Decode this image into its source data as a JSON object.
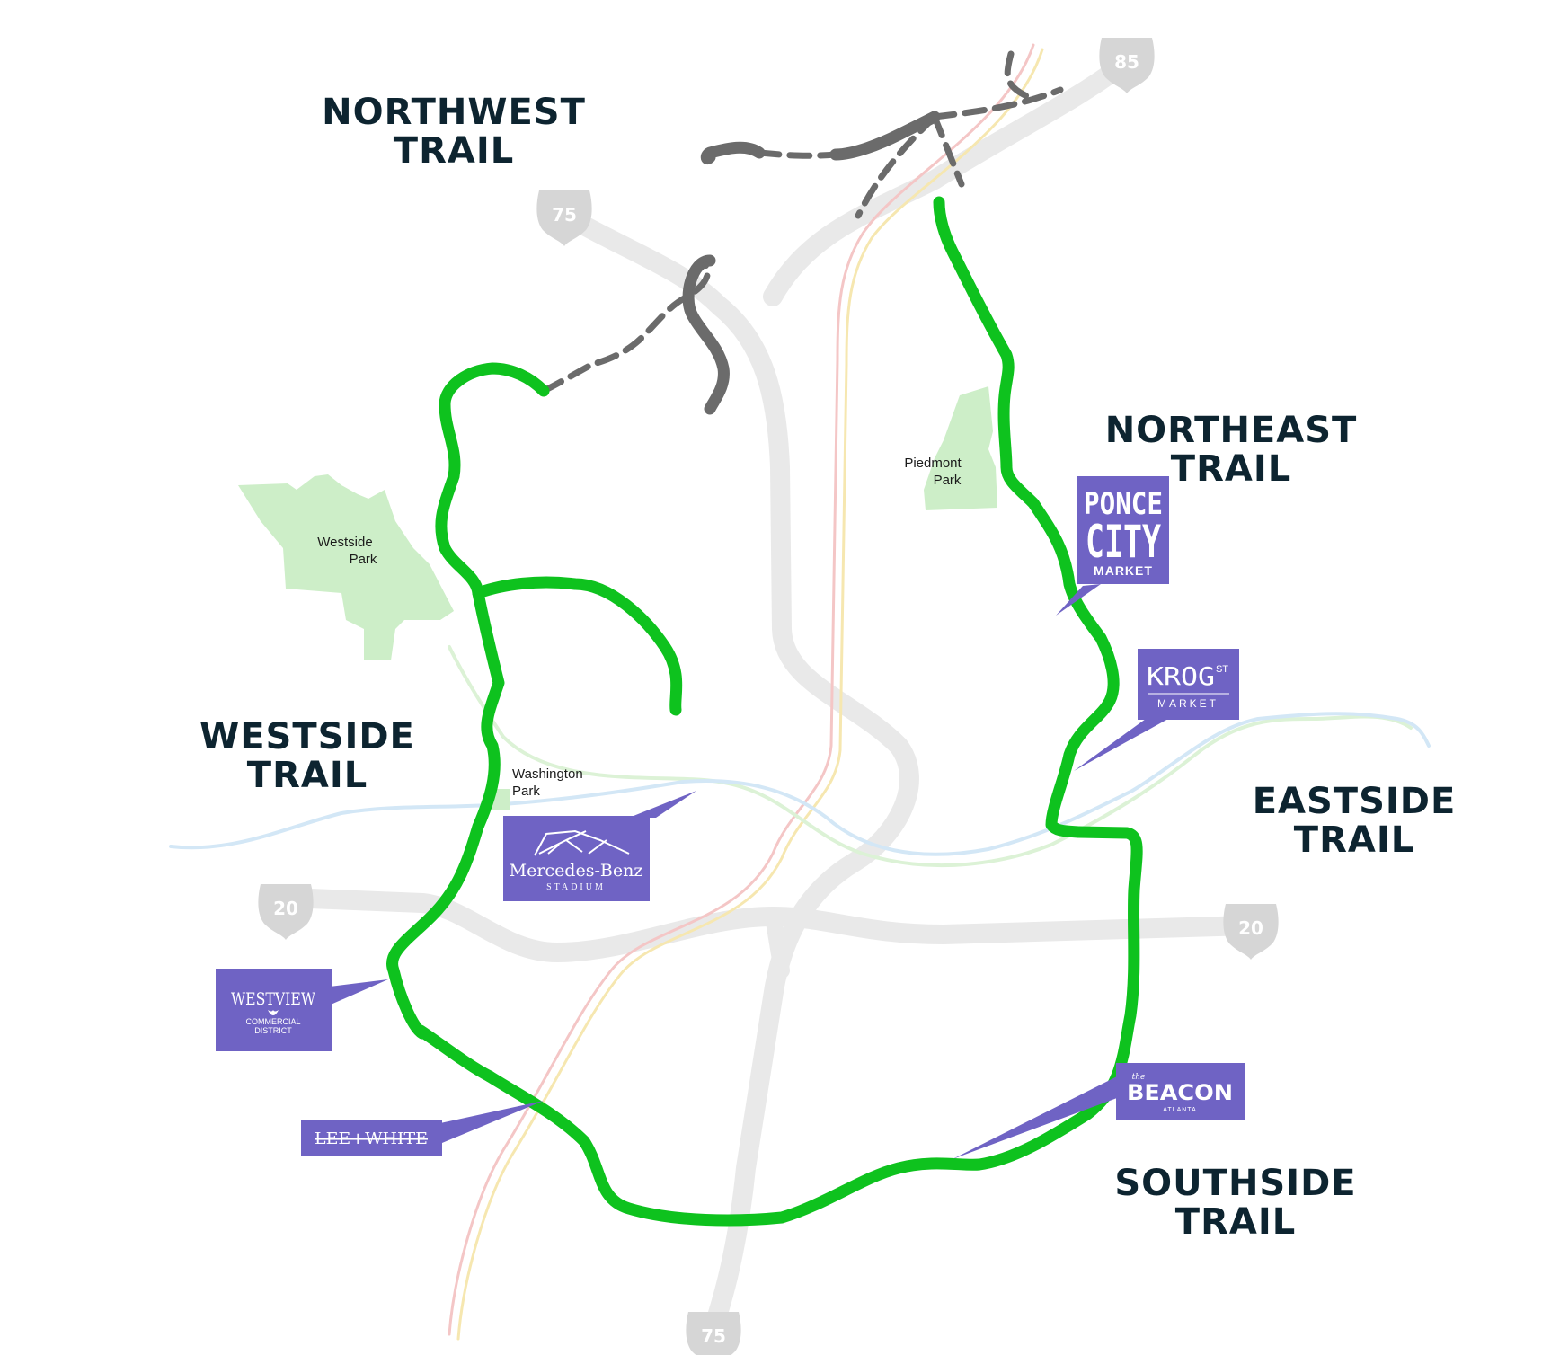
{
  "trails": {
    "northwest": [
      "NORTHWEST",
      "TRAIL"
    ],
    "northeast": [
      "NORTHEAST",
      "TRAIL"
    ],
    "westside": [
      "WESTSIDE",
      "TRAIL"
    ],
    "eastside": [
      "EASTSIDE",
      "TRAIL"
    ],
    "southside": [
      "SOUTHSIDE",
      "TRAIL"
    ]
  },
  "parks": {
    "westside": [
      "Westside",
      "Park"
    ],
    "piedmont": [
      "Piedmont",
      "Park"
    ],
    "washington": [
      "Washington",
      "Park"
    ]
  },
  "highways": {
    "i85": "85",
    "i75_north": "75",
    "i75_south": "75",
    "i20_west": "20",
    "i20_east": "20"
  },
  "landmarks": {
    "ponce": [
      "PONCE",
      "CITY",
      "MARKET"
    ],
    "krog": [
      "KROG",
      "ST",
      "MARKET"
    ],
    "mercedes": [
      "Mercedes-Benz",
      "STADIUM"
    ],
    "westview": [
      "WESTVIEW",
      "COMMERCIAL",
      "DISTRICT"
    ],
    "leewhite": "LEE+WHITE",
    "beacon": [
      "the",
      "BEACON",
      "ATLANTA"
    ]
  },
  "colors": {
    "trail_green": "#0ec21e",
    "planned_gray": "#6b6b6b",
    "landmark_purple": "#6f63c4",
    "park_green": "#cdeec8",
    "highway_gray": "#e8e8e8",
    "river_blue": "#cfe4f3"
  }
}
